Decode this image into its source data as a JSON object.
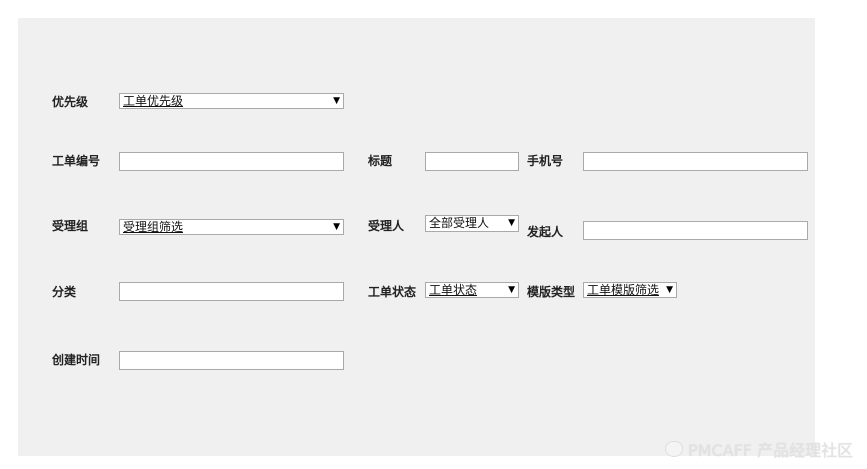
{
  "form": {
    "priority": {
      "label": "优先级",
      "selected": "工单优先级",
      "arrow": "▼"
    },
    "ticket_number": {
      "label": "工单编号",
      "value": ""
    },
    "title": {
      "label": "标题",
      "value": ""
    },
    "phone": {
      "label": "手机号",
      "value": ""
    },
    "handler_group": {
      "label": "受理组",
      "selected": "受理组筛选",
      "arrow": "▼"
    },
    "handler": {
      "label": "受理人",
      "selected": "全部受理人",
      "arrow": "▼"
    },
    "initiator": {
      "label": "发起人",
      "value": ""
    },
    "category": {
      "label": "分类",
      "value": ""
    },
    "ticket_status": {
      "label": "工单状态",
      "selected": "工单状态",
      "arrow": "▼"
    },
    "template_type": {
      "label": "模版类型",
      "selected": "工单模版筛选",
      "arrow": "▼"
    },
    "created_time": {
      "label": "创建时间",
      "value": ""
    }
  },
  "watermark": {
    "text": "PMCAFF 产品经理社区"
  },
  "colors": {
    "panel_bg": "#f0f0f0",
    "page_bg": "#ffffff",
    "input_border": "#a9a9a9",
    "label_text": "#222222"
  }
}
